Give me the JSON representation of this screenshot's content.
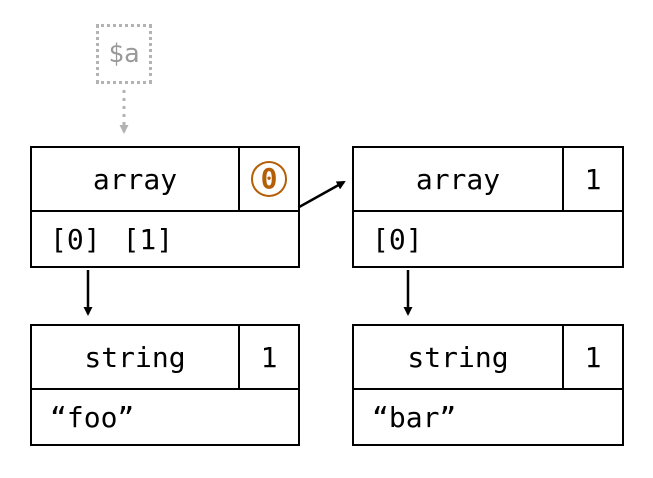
{
  "variable": {
    "label": "$a"
  },
  "nodes": {
    "array1": {
      "type": "array",
      "refcount": "0",
      "slots": [
        "[0]",
        "[1]"
      ]
    },
    "array2": {
      "type": "array",
      "refcount": "1",
      "slots": [
        "[0]"
      ]
    },
    "string1": {
      "type": "string",
      "refcount": "1",
      "value": "“foo”"
    },
    "string2": {
      "type": "string",
      "refcount": "1",
      "value": "“bar”"
    }
  },
  "edges": [
    {
      "from": "$a",
      "to": "array1",
      "style": "dotted"
    },
    {
      "from": "array1.[0]",
      "to": "string1",
      "style": "solid"
    },
    {
      "from": "array1.[1]",
      "to": "array2",
      "style": "solid"
    },
    {
      "from": "array2.[0]",
      "to": "string2",
      "style": "solid"
    }
  ],
  "colors": {
    "highlight": "#b45f06",
    "muted-text": "#9a9a9a",
    "muted-line": "#b3b3b3",
    "line": "#000000"
  }
}
